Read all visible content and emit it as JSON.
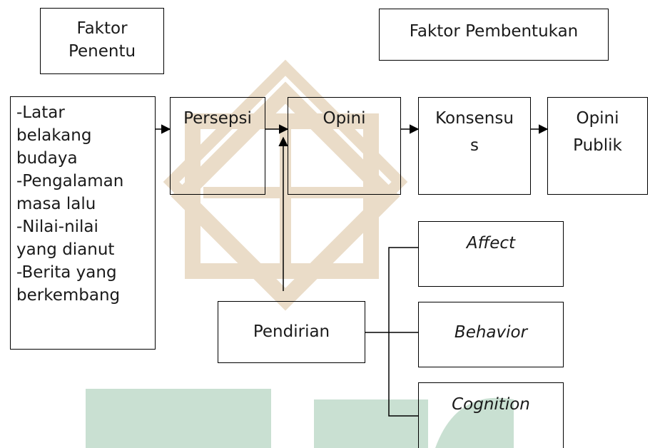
{
  "diagram": {
    "factor_determinant_title": "Faktor Penentu",
    "factor_formation_title": "Faktor Pembentukan",
    "determinants": [
      "-Latar",
      "belakang",
      "budaya",
      "-Pengalaman",
      "masa lalu",
      "-Nilai-nilai",
      "yang dianut",
      "-Berita yang",
      "berkembang"
    ],
    "perception": "Persepsi",
    "opinion": "Opini",
    "consensus_line1": "Konsensu",
    "consensus_line2": "s",
    "public_opinion_line1": "Opini",
    "public_opinion_line2": "Publik",
    "stance": "Pendirian",
    "affect": "Affect",
    "behavior": "Behavior",
    "cognition": "Cognition"
  },
  "watermark_colors": {
    "gold": "#d9c3a3",
    "green": "#bcd8c7"
  }
}
